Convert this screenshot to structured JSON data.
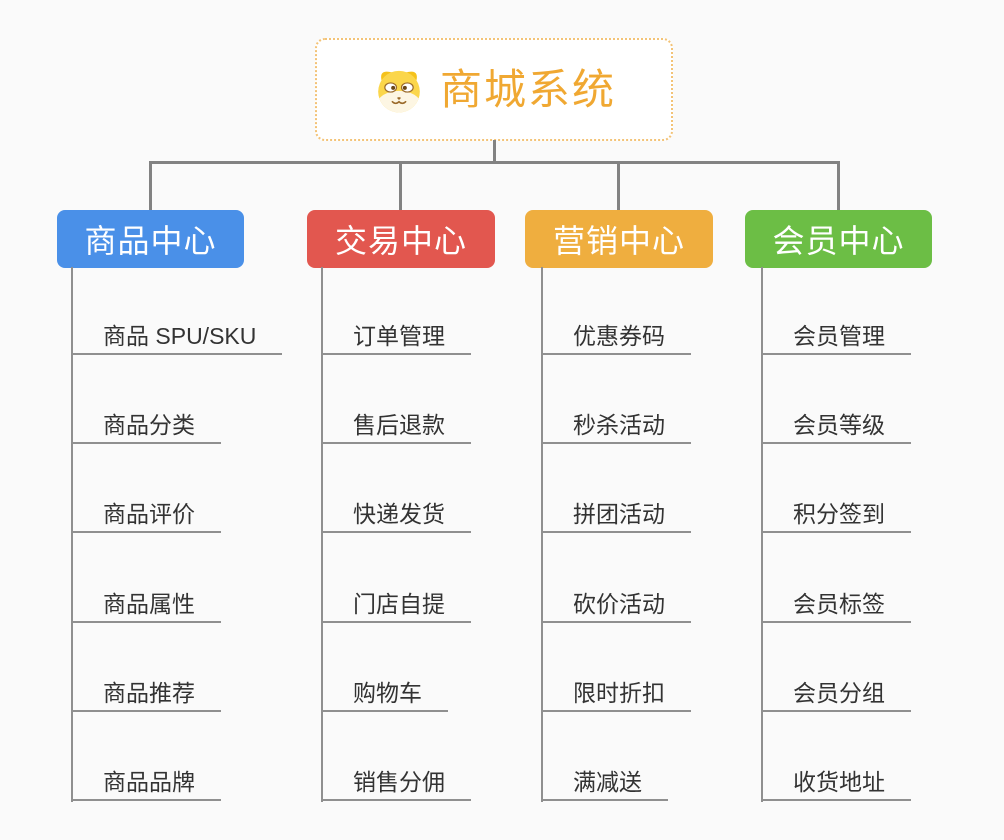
{
  "canvas": {
    "background": "#fafafa"
  },
  "root": {
    "title": "商城系统",
    "icon": "dog-face-icon",
    "title_color": "#f0a832",
    "border_color": "#f3c377"
  },
  "connector_color": "#828282",
  "branches": [
    {
      "label": "商品中心",
      "color": "#4a90e8",
      "items": [
        "商品 SPU/SKU",
        "商品分类",
        "商品评价",
        "商品属性",
        "商品推荐",
        "商品品牌"
      ]
    },
    {
      "label": "交易中心",
      "color": "#e2574f",
      "items": [
        "订单管理",
        "售后退款",
        "快递发货",
        "门店自提",
        "购物车",
        "销售分佣"
      ]
    },
    {
      "label": "营销中心",
      "color": "#efae3f",
      "items": [
        "优惠券码",
        "秒杀活动",
        "拼团活动",
        "砍价活动",
        "限时折扣",
        "满减送"
      ]
    },
    {
      "label": "会员中心",
      "color": "#6cbe45",
      "items": [
        "会员管理",
        "会员等级",
        "积分签到",
        "会员标签",
        "会员分组",
        "收货地址"
      ]
    }
  ]
}
